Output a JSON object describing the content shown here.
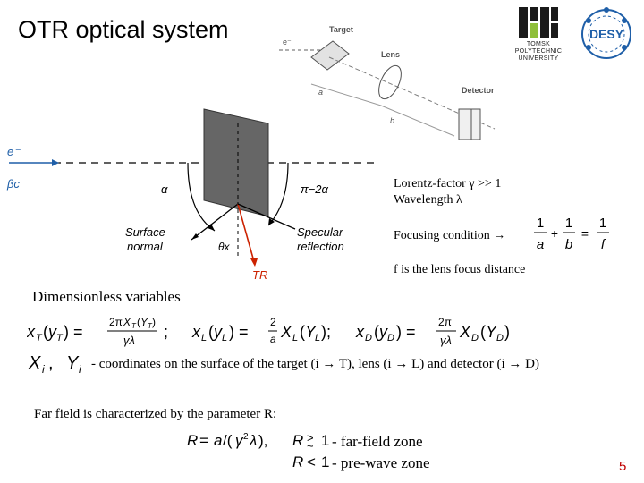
{
  "slide": {
    "title": "OTR optical system",
    "page_number": "5"
  },
  "logos": {
    "tpu_text": "TOMSK\nPOLYTECHNIC\nUNIVERSITY",
    "desy_text": "DESY",
    "tpu_color": "#1a1a1a",
    "desy_color": "#1f5fa8"
  },
  "geometry_diagram": {
    "beam_label": "e⁻",
    "velocity_label": "βc",
    "alpha_label": "α",
    "pi_minus_label": "π−2α",
    "surface_label_1": "Surface",
    "surface_label_2": "normal",
    "specular_label_1": "Specular",
    "specular_label_2": "reflection",
    "theta_label": "θx",
    "tr_label": "TR",
    "beam_color": "#1f5fa8",
    "tr_color": "#cc2200"
  },
  "optical_sketch": {
    "target_label": "Target",
    "lens_label": "Lens",
    "detector_label": "Detector",
    "beam_label": "e⁻",
    "a_label": "a",
    "b_label": "b"
  },
  "info": {
    "lorentz": "Lorentz-factor γ >> 1",
    "wavelength": "Wavelength λ",
    "focusing_prefix": "Focusing condition →",
    "f_note": "f is the lens focus distance",
    "focusing_formula": {
      "n1": "1",
      "d1": "a",
      "op1": "+",
      "n2": "1",
      "d2": "b",
      "eq": "=",
      "n3": "1",
      "d3": "f"
    }
  },
  "body": {
    "dimensionless_heading": "Dimensionless variables",
    "coords_text": "- coordinates on the surface of the target (i → T), lens (i → L) and detector (i → D)",
    "far_field_text": "Far field is characterized by the parameter R:",
    "far_field_label": "- far-field zone",
    "pre_wave_label": "- pre-wave zone"
  }
}
